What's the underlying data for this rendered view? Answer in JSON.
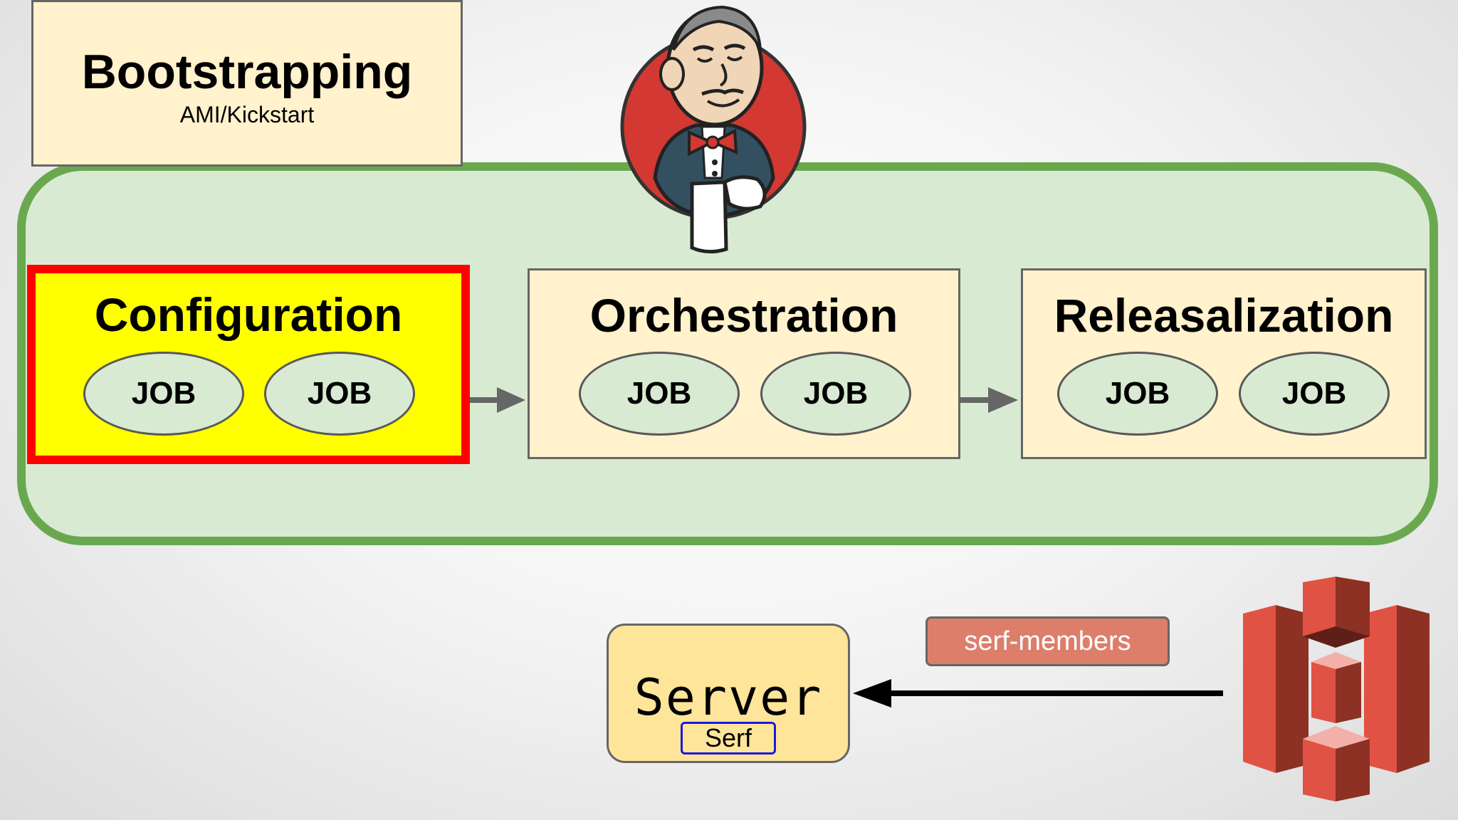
{
  "bootstrapping": {
    "title": "Bootstrapping",
    "subtitle": "AMI/Kickstart"
  },
  "stages": [
    {
      "title": "Configuration",
      "jobs": [
        "JOB",
        "JOB"
      ]
    },
    {
      "title": "Orchestration",
      "jobs": [
        "JOB",
        "JOB"
      ]
    },
    {
      "title": "Releasalization",
      "jobs": [
        "JOB",
        "JOB"
      ]
    }
  ],
  "server": {
    "title": "Server",
    "agent_label": "Serf"
  },
  "membership_label": "serf-members",
  "icons": {
    "ci": "jenkins-butler-icon",
    "storage": "amazon-s3-bucket-icon"
  },
  "colors": {
    "panel_fill": "#d9ead3",
    "panel_border": "#6aa84f",
    "box_fill": "#fff2cc",
    "highlight_fill": "#ffff00",
    "highlight_border": "#ff0000",
    "server_fill": "#ffe599",
    "tag_fill": "#dd7e6b",
    "s3_red": "#8c3123"
  }
}
